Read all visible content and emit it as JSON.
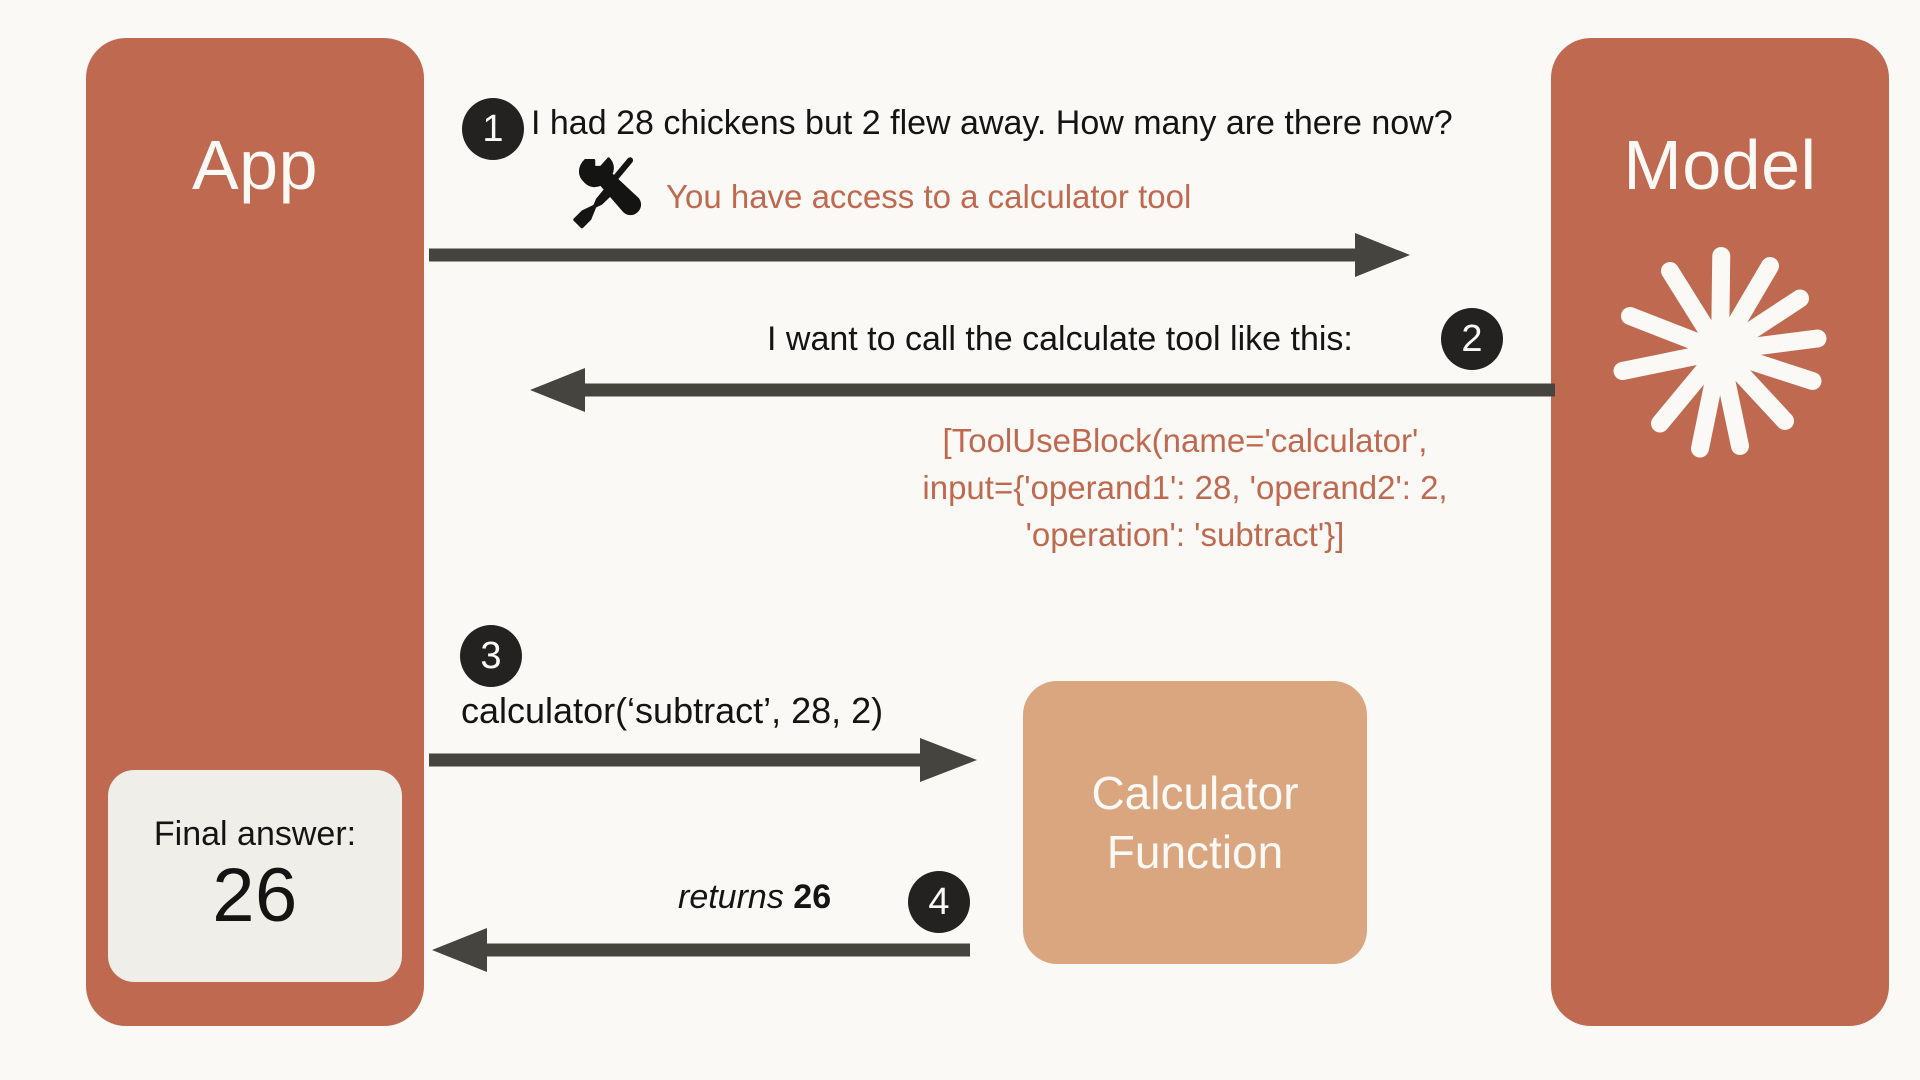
{
  "diagram": {
    "title": "Tool use request/response flow between App and Model",
    "background_color": "#FAF9F5",
    "accent_color": "#BF6A50",
    "badge_color": "#232220",
    "arrow_color": "#45443F",
    "calculator_box_color": "#D9A680",
    "card_color": "#EFEEE9"
  },
  "app_column": {
    "title": "App",
    "final_answer": {
      "label": "Final answer:",
      "value": "26"
    }
  },
  "model_column": {
    "title": "Model",
    "logo_name": "anthropic-starburst-logo"
  },
  "calculator_node": {
    "label": "Calculator\nFunction"
  },
  "steps": [
    {
      "number": "1",
      "message": "I had 28 chickens but 2 flew away. How many are there now?",
      "tool_note": "You have access to a calculator tool",
      "icon": "tools-icon",
      "direction": "app-to-model"
    },
    {
      "number": "2",
      "message": "I want to call the calculate tool like this:",
      "code": "[ToolUseBlock(name='calculator',\ninput={'operand1': 28, 'operand2': 2,\n'operation': 'subtract'}]",
      "direction": "model-to-app"
    },
    {
      "number": "3",
      "message": "calculator(‘subtract’, 28, 2)",
      "direction": "app-to-calculator"
    },
    {
      "number": "4",
      "message_word": "returns",
      "message_value": "26",
      "direction": "calculator-to-app"
    }
  ]
}
